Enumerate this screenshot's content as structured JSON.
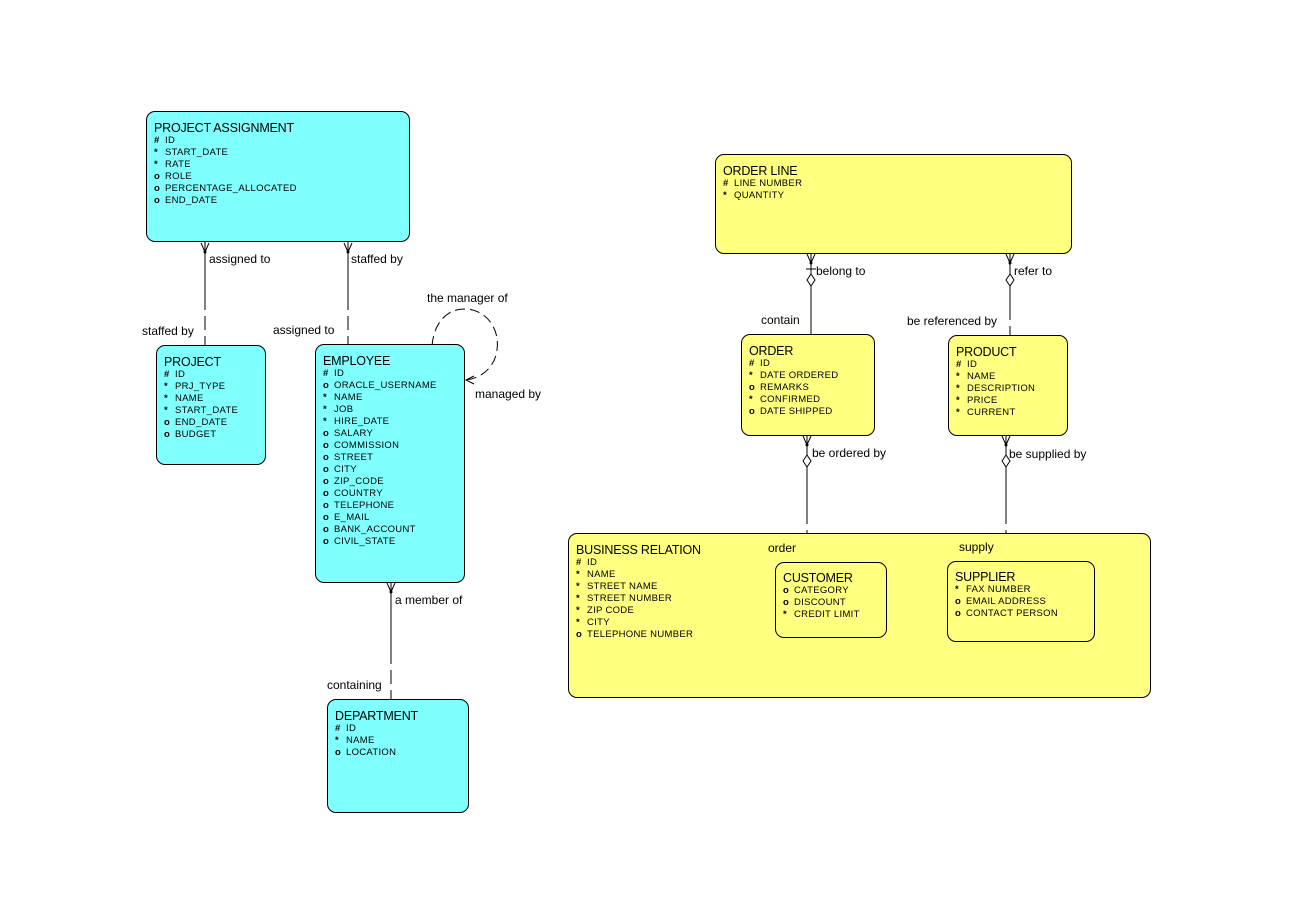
{
  "entities": {
    "project_assignment": {
      "title": "PROJECT ASSIGNMENT",
      "attributes": [
        {
          "mark": "#",
          "name": "ID"
        },
        {
          "mark": "*",
          "name": "START_DATE"
        },
        {
          "mark": "*",
          "name": "RATE"
        },
        {
          "mark": "o",
          "name": "ROLE"
        },
        {
          "mark": "o",
          "name": "PERCENTAGE_ALLOCATED"
        },
        {
          "mark": "o",
          "name": "END_DATE"
        }
      ]
    },
    "project": {
      "title": "PROJECT",
      "attributes": [
        {
          "mark": "#",
          "name": "ID"
        },
        {
          "mark": "*",
          "name": "PRJ_TYPE"
        },
        {
          "mark": "*",
          "name": "NAME"
        },
        {
          "mark": "*",
          "name": "START_DATE"
        },
        {
          "mark": "o",
          "name": "END_DATE"
        },
        {
          "mark": "o",
          "name": "BUDGET"
        }
      ]
    },
    "employee": {
      "title": "EMPLOYEE",
      "attributes": [
        {
          "mark": "#",
          "name": "ID"
        },
        {
          "mark": "o",
          "name": "ORACLE_USERNAME"
        },
        {
          "mark": "*",
          "name": "NAME"
        },
        {
          "mark": "*",
          "name": "JOB"
        },
        {
          "mark": "*",
          "name": "HIRE_DATE"
        },
        {
          "mark": "o",
          "name": "SALARY"
        },
        {
          "mark": "o",
          "name": "COMMISSION"
        },
        {
          "mark": "o",
          "name": "STREET"
        },
        {
          "mark": "o",
          "name": "CITY"
        },
        {
          "mark": "o",
          "name": "ZIP_CODE"
        },
        {
          "mark": "o",
          "name": "COUNTRY"
        },
        {
          "mark": "o",
          "name": "TELEPHONE"
        },
        {
          "mark": "o",
          "name": "E_MAIL"
        },
        {
          "mark": "o",
          "name": "BANK_ACCOUNT"
        },
        {
          "mark": "o",
          "name": "CIVIL_STATE"
        }
      ]
    },
    "department": {
      "title": "DEPARTMENT",
      "attributes": [
        {
          "mark": "#",
          "name": "ID"
        },
        {
          "mark": "*",
          "name": "NAME"
        },
        {
          "mark": "o",
          "name": "LOCATION"
        }
      ]
    },
    "order_line": {
      "title": "ORDER LINE",
      "attributes": [
        {
          "mark": "#",
          "name": "LINE NUMBER"
        },
        {
          "mark": "*",
          "name": "QUANTITY"
        }
      ]
    },
    "order": {
      "title": "ORDER",
      "attributes": [
        {
          "mark": "#",
          "name": "ID"
        },
        {
          "mark": "*",
          "name": "DATE ORDERED"
        },
        {
          "mark": "o",
          "name": "REMARKS"
        },
        {
          "mark": "*",
          "name": "CONFIRMED"
        },
        {
          "mark": "o",
          "name": "DATE SHIPPED"
        }
      ]
    },
    "product": {
      "title": "PRODUCT",
      "attributes": [
        {
          "mark": "#",
          "name": "ID"
        },
        {
          "mark": "*",
          "name": "NAME"
        },
        {
          "mark": "*",
          "name": "DESCRIPTION"
        },
        {
          "mark": "*",
          "name": "PRICE"
        },
        {
          "mark": "*",
          "name": "CURRENT"
        }
      ]
    },
    "business_relation": {
      "title": "BUSINESS RELATION",
      "attributes": [
        {
          "mark": "#",
          "name": "ID"
        },
        {
          "mark": "*",
          "name": "NAME"
        },
        {
          "mark": "*",
          "name": "STREET NAME"
        },
        {
          "mark": "*",
          "name": "STREET NUMBER"
        },
        {
          "mark": "*",
          "name": "ZIP CODE"
        },
        {
          "mark": "*",
          "name": "CITY"
        },
        {
          "mark": "o",
          "name": "TELEPHONE NUMBER"
        }
      ]
    },
    "customer": {
      "title": "CUSTOMER",
      "attributes": [
        {
          "mark": "o",
          "name": "CATEGORY"
        },
        {
          "mark": "o",
          "name": "DISCOUNT"
        },
        {
          "mark": "*",
          "name": "CREDIT LIMIT"
        }
      ]
    },
    "supplier": {
      "title": "SUPPLIER",
      "attributes": [
        {
          "mark": "*",
          "name": "FAX NUMBER"
        },
        {
          "mark": "o",
          "name": "EMAIL ADDRESS"
        },
        {
          "mark": "o",
          "name": "CONTACT PERSON"
        }
      ]
    }
  },
  "relationships": {
    "pa_project": {
      "from_label": "assigned to",
      "to_label": "staffed by"
    },
    "pa_employee": {
      "from_label": "staffed by",
      "to_label": "assigned to"
    },
    "employee_manager": {
      "from_label": "the manager of",
      "to_label": "managed by"
    },
    "employee_department": {
      "from_label": "a member of",
      "to_label": "containing"
    },
    "orderline_order": {
      "from_label": "belong to",
      "to_label": "contain"
    },
    "orderline_product": {
      "from_label": "refer to",
      "to_label": "be referenced by"
    },
    "order_customer": {
      "from_label": "be ordered by",
      "to_label": "order"
    },
    "product_supplier": {
      "from_label": "be supplied by",
      "to_label": "supply"
    }
  },
  "colors": {
    "hr_entity": "#80ffff",
    "sales_entity": "#ffff80",
    "line": "#000000"
  }
}
